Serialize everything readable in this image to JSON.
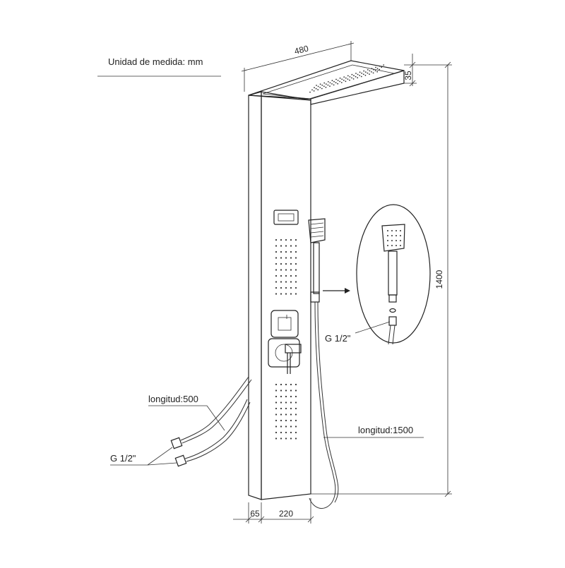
{
  "unit_label": "Unidad de medida: mm",
  "dimensions": {
    "width_top": "480",
    "head_thickness": "35",
    "height": "1400",
    "depth": "65",
    "panel_width": "220"
  },
  "callouts": {
    "inlet_hose_length": "longitud:500",
    "inlet_thread": "G 1/2\"",
    "shower_hose_length": "longitud:1500",
    "handshower_thread": "G 1/2\""
  },
  "nozzle_grid": {
    "upper": {
      "rows": 10,
      "cols": 5
    },
    "lower": {
      "rows": 10,
      "cols": 5
    }
  }
}
